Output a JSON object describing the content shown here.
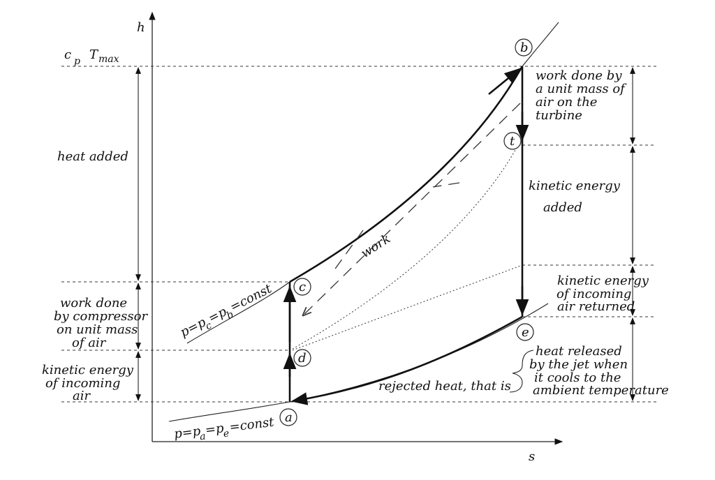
{
  "axes": {
    "y": "h",
    "x": "s"
  },
  "top_label": {
    "base1": "c",
    "sub1": "p",
    "base2": "T",
    "sub2": "max"
  },
  "points": {
    "a": "a",
    "b": "b",
    "c": "c",
    "d": "d",
    "e": "e",
    "t": "t"
  },
  "left": {
    "heat_added": "heat added",
    "work_compressor": [
      "work done",
      "by compressor",
      "on unit mass",
      "of air"
    ],
    "ke_incoming": [
      "kinetic energy",
      "of incoming",
      "air"
    ]
  },
  "right": {
    "work_turbine": [
      "work done by",
      "a unit mass of",
      "air on the",
      "turbine"
    ],
    "ke_added": [
      "kinetic energy",
      "added"
    ],
    "ke_returned": [
      "kinetic energy",
      "of incoming",
      "air returned"
    ],
    "heat_released": [
      "heat released",
      "by the jet when",
      "it cools to the",
      "ambient temperature"
    ]
  },
  "work_label": "work",
  "rejected_label": "rejected heat, that is",
  "isobar_high": {
    "p1": "p=p",
    "s1": "c",
    "p2": "=p",
    "s2": "b",
    "p3": "=const"
  },
  "isobar_low": {
    "p1": "p=p",
    "s1": "a",
    "p2": "=p",
    "s2": "e",
    "p3": "=const"
  }
}
